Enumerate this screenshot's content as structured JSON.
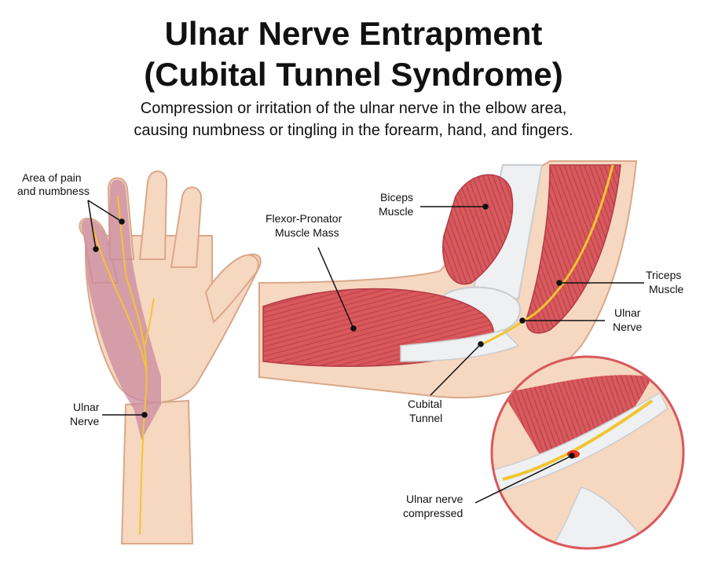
{
  "header": {
    "title_line1": "Ulnar Nerve Entrapment",
    "title_line2": "(Cubital Tunnel Syndrome)",
    "subtitle_line1": "Compression or irritation of the ulnar nerve in the elbow area,",
    "subtitle_line2": "causing numbness or tingling in the forearm, hand, and fingers."
  },
  "labels": {
    "pain_area_1": "Area of pain",
    "pain_area_2": "and numbness",
    "hand_nerve_1": "Ulnar",
    "hand_nerve_2": "Nerve",
    "flexor_1": "Flexor-Pronator",
    "flexor_2": "Muscle Mass",
    "biceps_1": "Biceps",
    "biceps_2": "Muscle",
    "triceps_1": "Triceps",
    "triceps_2": "Muscle",
    "arm_nerve_1": "Ulnar",
    "arm_nerve_2": "Nerve",
    "tunnel_1": "Cubital",
    "tunnel_2": "Tunnel",
    "compressed_1": "Ulnar nerve",
    "compressed_2": "compressed"
  },
  "colors": {
    "skin": "#f6d7bf",
    "skin_outline": "#d9a88a",
    "muscle": "#d9585c",
    "muscle_light": "#ee9a94",
    "numb_area": "#c98aa0",
    "nerve": "#f2c531",
    "tendon": "#eef0f2",
    "compression": "#e8321c"
  }
}
